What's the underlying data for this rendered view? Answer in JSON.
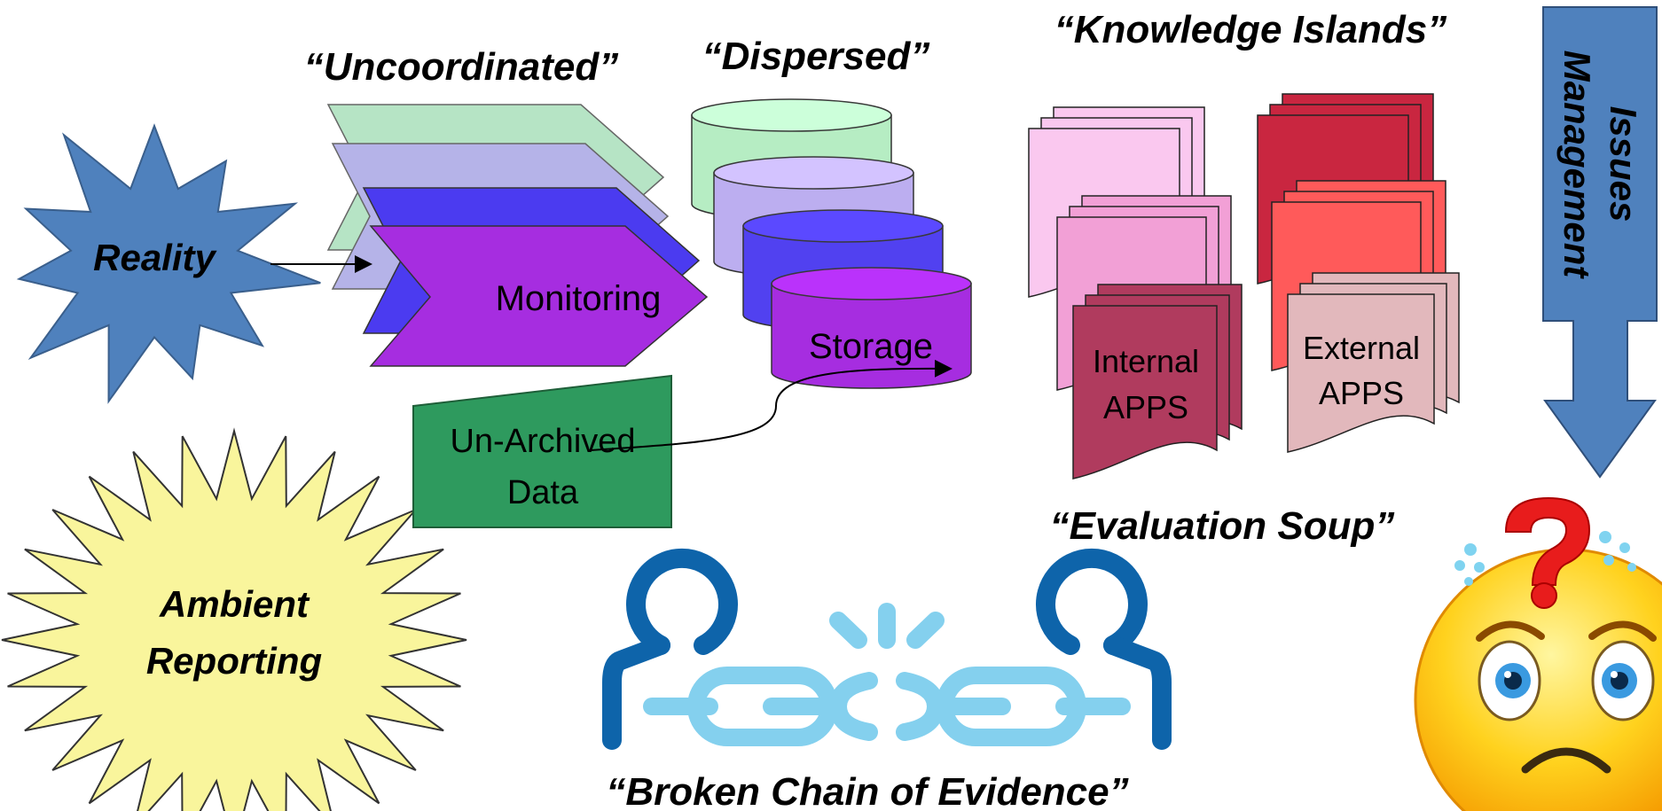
{
  "titles": {
    "uncoordinated": "“Uncoordinated”",
    "dispersed": "“Dispersed”",
    "knowledge_islands": "“Knowledge Islands”",
    "evaluation_soup": "“Evaluation Soup”",
    "broken_chain": "“Broken Chain of Evidence”"
  },
  "reality": {
    "label": "Reality",
    "color": "#4F81BD"
  },
  "ambient": {
    "line1": "Ambient",
    "line2": "Reporting",
    "color": "#F9F59C"
  },
  "monitoring": {
    "label": "Monitoring",
    "layer_colors": [
      "#B6E4C5",
      "#B5B3E8",
      "#4B3BF0",
      "#A62DE0"
    ]
  },
  "storage": {
    "label": "Storage",
    "layer_colors": [
      "#B6EDC3",
      "#BCAEF0",
      "#5141F0",
      "#A62DE0"
    ]
  },
  "unarchived": {
    "line1": "Un-Archived",
    "line2": "Data",
    "color": "#2E9A5E"
  },
  "internal_apps": {
    "line1": "Internal",
    "line2": "APPS",
    "colors": [
      "#FAC8EF",
      "#F2A0D6",
      "#B03B5E"
    ]
  },
  "external_apps": {
    "line1": "External",
    "line2": "APPS",
    "colors": [
      "#C92640",
      "#FF5A5A",
      "#E2B8BC"
    ]
  },
  "issues": {
    "line1": "Issues",
    "line2": "Management",
    "color": "#4F81BD"
  },
  "chain": {
    "colors": [
      "#0E64AA",
      "#84D0EE"
    ]
  },
  "smiley": {
    "face_color": "#FFB000",
    "question_color": "#E81C1C"
  }
}
